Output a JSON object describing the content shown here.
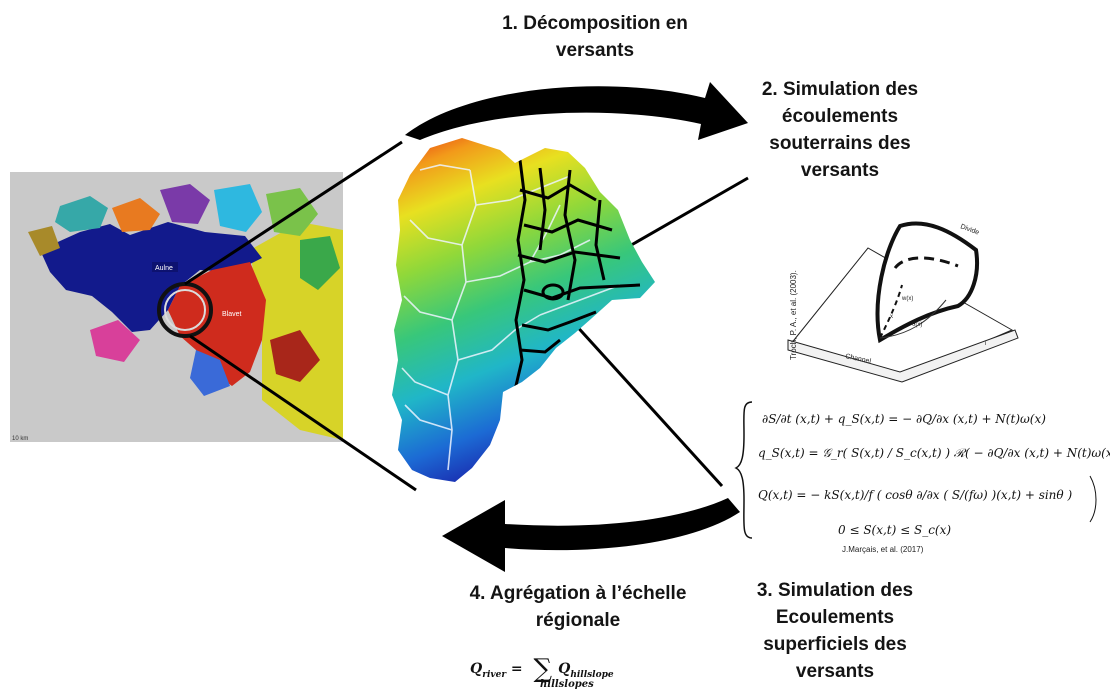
{
  "steps": {
    "step1": {
      "line1": "1. Décomposition  en",
      "line2": "versants"
    },
    "step2": {
      "line1": "2. Simulation des",
      "line2": "écoulements",
      "line3": "souterrains des",
      "line4": "versants"
    },
    "step3": {
      "line1": "3. Simulation des",
      "line2": "Ecoulements",
      "line3": "superficiels des",
      "line4": "versants"
    },
    "step4": {
      "line1": "4. Agrégation à l’échelle",
      "line2": "régionale"
    }
  },
  "regional_map": {
    "label_aulne": "Aulne",
    "label_blavet": "Blavet",
    "scale_text": "10 km"
  },
  "hillslope_diagram": {
    "citation": "Troch, P. A., et al. (2003).",
    "label_divide": "Divide",
    "label_channel": "Channel",
    "label_wx": "w(x)",
    "label_x": "x",
    "label_theta": "θ(x)",
    "label_i": "i"
  },
  "equations": {
    "eq1": "∂S/∂t (x,t) + q_S(x,t) = − ∂Q/∂x (x,t) + N(t)ω(x)",
    "eq2": "q_S(x,t) = 𝒢_r( S(x,t) / S_c(x,t) ) ℛ( − ∂Q/∂x (x,t) + N(t)ω(x) )",
    "eq3": "Q(x,t) = − kS(x,t)/f ( cosθ ∂/∂x ( S/(fω) )(x,t) + sinθ )",
    "eq4": "0 ≤ S(x,t) ≤ S_c(x)",
    "citation": "J.Marçais, et al. (2017)"
  },
  "aggregation_formula": {
    "lhs": "Q",
    "lhs_sub": "river",
    "eq": " = ",
    "sum": "∑",
    "sum_sub": "hillslopes",
    "rhs": "Q",
    "rhs_sub": "hillslope"
  },
  "colors": {
    "arrow": "#000000",
    "text": "#141414",
    "map_bg": "#c8c8c8",
    "aulne_blue": "#0d1488",
    "blavet_red": "#c8261a",
    "yellow_region": "#d8d41a"
  },
  "icons": [
    "clockwise-arrow-top",
    "clockwise-arrow-bottom"
  ]
}
